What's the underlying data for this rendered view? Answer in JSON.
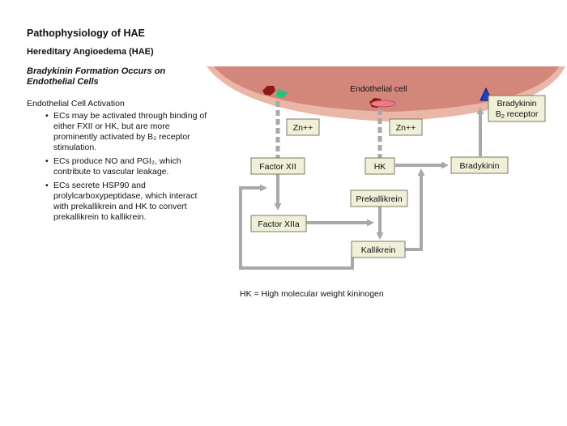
{
  "title": "Pathophysiology of HAE",
  "subtitle": "Hereditary Angioedema (HAE)",
  "section_title": "Bradykinin Formation Occurs on Endothelial Cells",
  "activation_heading": "Endothelial Cell Activation",
  "bullets": [
    "ECs may be activated through binding of either FXII or HK, but are more prominently activated by B₂ receptor stimulation.",
    "ECs produce NO and PGI₂, which contribute to vascular leakage.",
    "ECs secrete HSP90 and prolylcarboxypeptidase, which interact with prekallikrein and HK to convert prekallikrein to kallikrein."
  ],
  "diagram": {
    "endothelial_cell_label": "Endothelial cell",
    "zn1": "Zn++",
    "zn2": "Zn++",
    "factor_xii": "Factor XII",
    "factor_xiia": "Factor XIIa",
    "hk": "HK",
    "prekallikrein": "Prekallikrein",
    "kallikrein": "Kallikrein",
    "bradykinin": "Bradykinin",
    "receptor_line1": "Bradykinin",
    "receptor_line2_prefix": "B",
    "receptor_line2_sub": "2",
    "receptor_line2_suffix": " receptor",
    "colors": {
      "cell_outer": "#eab6a8",
      "cell_inner": "#d3867a",
      "box_fill": "#f0efd8",
      "box_stroke": "#7a7a62",
      "arrow": "#a8a8a8",
      "receptor": "#1f3fcf",
      "fxii_marker": "#26c27a"
    }
  },
  "footnote": "HK = High molecular weight kininogen"
}
